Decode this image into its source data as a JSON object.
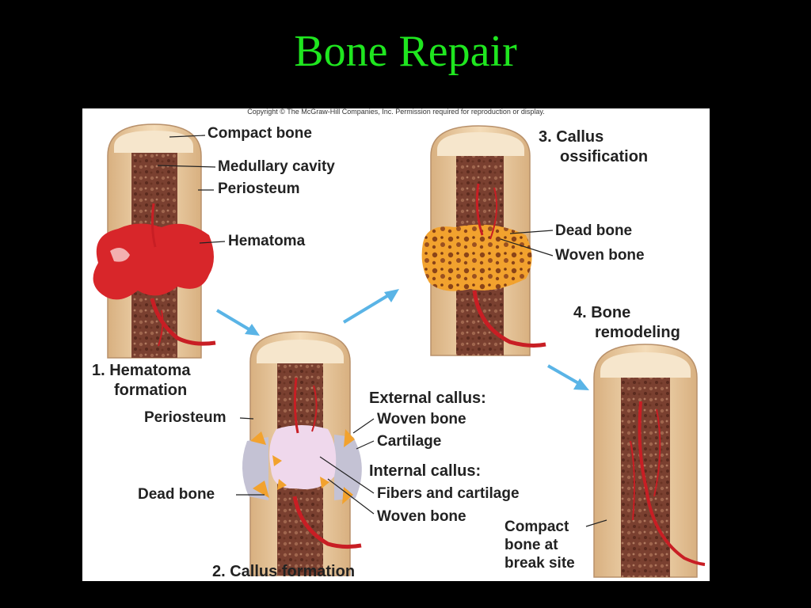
{
  "title": "Bone Repair",
  "copyright": "Copyright © The McGraw-Hill Companies, Inc. Permission required for reproduction or display.",
  "stage1": {
    "caption_line1": "1. Hematoma",
    "caption_line2": "formation",
    "labels": {
      "compact_bone": "Compact bone",
      "medullary_cavity": "Medullary cavity",
      "periosteum": "Periosteum",
      "hematoma": "Hematoma"
    }
  },
  "stage2": {
    "caption": "2.  Callus formation",
    "labels": {
      "periosteum": "Periosteum",
      "dead_bone": "Dead bone",
      "external_callus": "External callus:",
      "woven_bone_ext": "Woven bone",
      "cartilage": "Cartilage",
      "internal_callus": "Internal callus:",
      "fibers_cartilage": "Fibers and cartilage",
      "woven_bone_int": "Woven bone"
    }
  },
  "stage3": {
    "caption_line1": "3. Callus",
    "caption_line2": "ossification",
    "labels": {
      "dead_bone": "Dead bone",
      "woven_bone": "Woven bone"
    }
  },
  "stage4": {
    "caption_line1": "4. Bone",
    "caption_line2": "remodeling",
    "labels": {
      "compact_line1": "Compact",
      "compact_line2": "bone at",
      "compact_line3": "break site"
    }
  },
  "colors": {
    "title": "#1fe61f",
    "bone": "#e8c9a0",
    "marrow": "#7a4030",
    "hematoma": "#d8262a",
    "vessel": "#c81e24",
    "callus_cartilage": "#efd8ec",
    "woven_bone": "#f0a030",
    "arrow": "#5ab4e6"
  }
}
